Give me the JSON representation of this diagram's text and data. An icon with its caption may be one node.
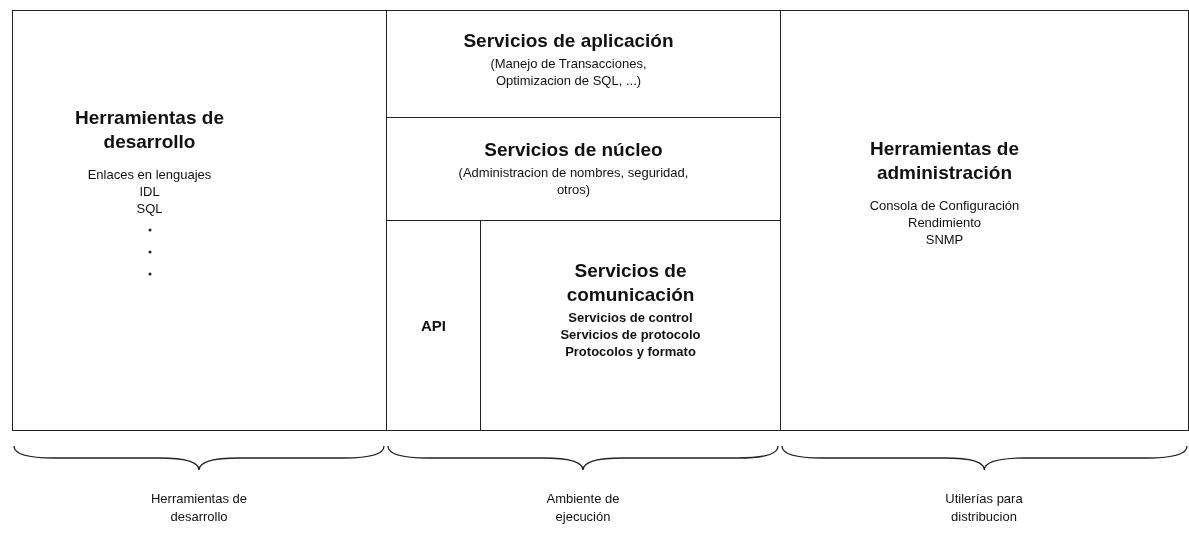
{
  "diagram": {
    "nodes": [
      {
        "text": [
          "Herramientas de desarrollo",
          "Enlaces en lenguajes",
          "IDL",
          "SQL"
        ]
      },
      {
        "text": [
          "Servicios de aplicación",
          "(Manejo de Transacciones, Optimizacion de SQL, ...)"
        ]
      },
      {
        "text": [
          "Servicios de núcleo",
          "(Administracion de nombres, seguridad, otros)"
        ]
      },
      {
        "text": [
          "API"
        ]
      },
      {
        "text": [
          "Servicios de comunicación",
          "Servicios de control",
          "Servicios de protocolo",
          "Protocolos y formato"
        ]
      },
      {
        "text": [
          "Herramientas de administración",
          "Consola de Configuración",
          "Rendimiento",
          "SNMP"
        ]
      }
    ],
    "edges": [],
    "labels": [
      "Herramientas de desarrollo",
      "Ambiente de ejecución",
      "Utilerías para distribucion"
    ]
  }
}
